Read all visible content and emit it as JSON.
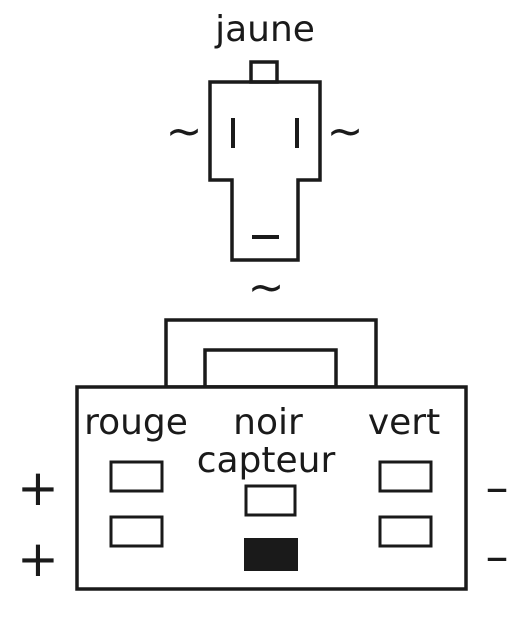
{
  "plug": {
    "label": "jaune",
    "tilde_left": "~",
    "tilde_right": "~",
    "tilde_bottom": "~"
  },
  "socket": {
    "left_label": "rouge",
    "center_label_line1": "noir",
    "center_label_line2": "capteur",
    "right_label": "vert",
    "left_sign_top": "+",
    "left_sign_bottom": "+",
    "right_sign_top": "–",
    "right_sign_bottom": "–"
  }
}
